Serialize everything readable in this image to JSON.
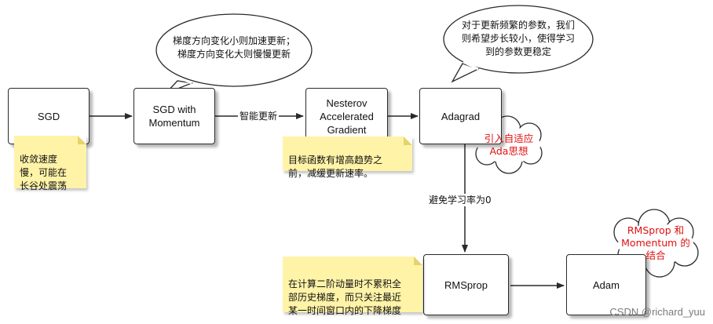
{
  "nodes": {
    "sgd": "SGD",
    "momentum": "SGD with\nMomentum",
    "nesterov": "Nesterov\nAccelerated\nGradient",
    "adagrad": "Adagrad",
    "rmsprop": "RMSprop",
    "adam": "Adam"
  },
  "edges": {
    "smart_update": "智能更新",
    "avoid_zero_lr": "避免学习率为0"
  },
  "notes": {
    "sgd": "收敛速度\n慢，可能在\n长谷处震荡",
    "nesterov": "目标函数有增高趋势之\n前，减缓更新速率。",
    "rmsprop": "在计算二阶动量时不累积全\n部历史梯度，而只关注最近\n某一时间窗口内的下降梯度"
  },
  "bubbles": {
    "momentum": "梯度方向变化小则加速更新；\n梯度方向变化大则慢慢更新",
    "adagrad": "对于更新频繁的参数，我们\n则希望步长较小，使得学习\n到的参数更稳定"
  },
  "clouds": {
    "ada": "引入自适应\nAda思想",
    "combo": "RMSprop 和\nMomentum 的\n结合"
  },
  "watermark": "CSDN @richard_yuu",
  "colors": {
    "note_yellow": "#fff3a8",
    "cloud_red_text": "#e01010",
    "stroke": "#2a2a2a"
  }
}
